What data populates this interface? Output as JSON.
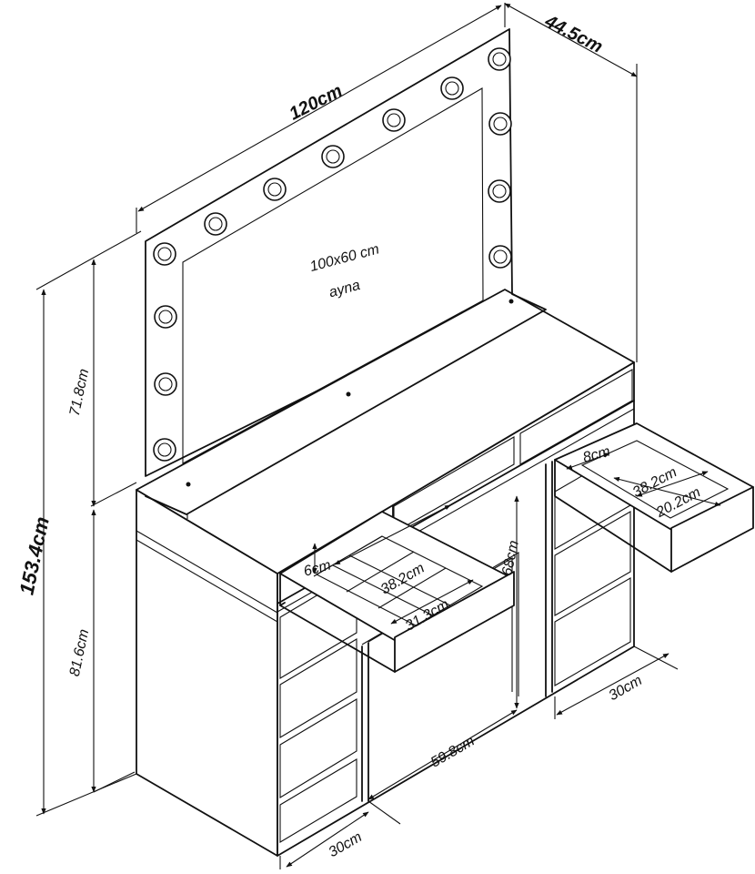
{
  "dimensions": {
    "width_total": "120cm",
    "depth_total": "44.5cm",
    "height_total": "153.4cm",
    "mirror_height": "71.8cm",
    "table_height": "81.6cm",
    "kneehole_height": "68cm",
    "kneehole_width": "59.8cm",
    "left_unit_width": "30cm",
    "right_unit_width": "30cm"
  },
  "mirror": {
    "size": "100x60 cm",
    "name": "ayna"
  },
  "left_drawer": {
    "depth": "6cm",
    "inner_length": "38.2cm",
    "inner_width": "31.3cm"
  },
  "right_drawer": {
    "depth": "8cm",
    "inner_length": "38.2cm",
    "inner_width": "20.2cm"
  }
}
